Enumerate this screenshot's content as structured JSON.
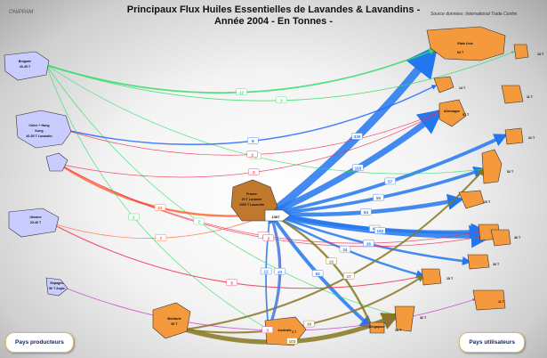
{
  "title_line1": "Principaux Flux Huiles Essentielles de Lavandes & Lavandins -",
  "title_line2": "Année 2004 - En Tonnes -",
  "source": "Source données: International Trade Centre",
  "logo": "ONIPPAM",
  "legend_producers": "Pays producteurs",
  "legend_users": "Pays utilisateurs",
  "colors": {
    "producer_fill": "#c8ccff",
    "user_fill": "#f59a3c",
    "france_fill": "#c0782c",
    "from_france": "#2277ee",
    "from_bulgaria": "#33dd66",
    "from_china": "#2266ff",
    "from_russia": "#ff6633",
    "from_ukraine": "#ee3355",
    "from_moldova": "#887722",
    "from_crimea": "#cc44cc",
    "from_spain": "#4477dd"
  },
  "producers": [
    {
      "key": "bulgarie",
      "label1": "Bulgarie",
      "label2": "40-45 T"
    },
    {
      "key": "chine",
      "label1": "Chine + Hong",
      "label2": "Kong",
      "label3": "40-50 T Lavandin"
    },
    {
      "key": "russie",
      "label1": "",
      "label2": ""
    },
    {
      "key": "ukraine",
      "label1": "Ukraine",
      "label2": "20-40 T"
    },
    {
      "key": "moldavie",
      "label1": "Moldavie",
      "label2": "50 T"
    },
    {
      "key": "espagne",
      "label1": "Espagne",
      "label2": "50 T Aspic"
    }
  ],
  "france": {
    "label1": "France",
    "label2": "20 T Lavande",
    "label3": "1000 T Lavandin",
    "total": "1307"
  },
  "users": [
    {
      "key": "usa",
      "label": "Etats Unis",
      "value": "84 T"
    },
    {
      "key": "canada",
      "label": "",
      "value": "13 T"
    },
    {
      "key": "norvege",
      "label": "",
      "value": "14 T"
    },
    {
      "key": "allemagne",
      "label": "Allemagne",
      "value": "57 T"
    },
    {
      "key": "suede",
      "label": "",
      "value": "11 T"
    },
    {
      "key": "danemark",
      "label": "",
      "value": "31 T"
    },
    {
      "key": "uk",
      "label": "",
      "value": "52 T"
    },
    {
      "key": "italie",
      "label": "",
      "value": "20 T"
    },
    {
      "key": "benelux",
      "label": "",
      "value": "53 T"
    },
    {
      "key": "suisse",
      "label": "",
      "value": "26 T"
    },
    {
      "key": "pologne",
      "label": "",
      "value": "46 T"
    },
    {
      "key": "japon",
      "label": "",
      "value": "15 T"
    },
    {
      "key": "australie",
      "label": "Australie",
      "value": "3 T"
    },
    {
      "key": "singapour",
      "label": "Singapour",
      "value": "13 T"
    },
    {
      "key": "inde",
      "label": "",
      "value": "32 T"
    },
    {
      "key": "afrique",
      "label": "",
      "value": "11 T"
    }
  ],
  "flows": [
    {
      "from": "france",
      "to": "usa",
      "value": "330",
      "color": "from_france"
    },
    {
      "from": "france",
      "to": "allemagne",
      "value": "193",
      "color": "from_france"
    },
    {
      "from": "france",
      "to": "danemark",
      "value": "57",
      "color": "from_france"
    },
    {
      "from": "france",
      "to": "uk",
      "value": "50",
      "color": "from_france"
    },
    {
      "from": "france",
      "to": "italie",
      "value": "84",
      "color": "from_france"
    },
    {
      "from": "france",
      "to": "benelux",
      "value": "62",
      "color": "from_france"
    },
    {
      "from": "france",
      "to": "pologne",
      "value": "192",
      "color": "from_france"
    },
    {
      "from": "france",
      "to": "suisse",
      "value": "26",
      "color": "from_france"
    },
    {
      "from": "france",
      "to": "japon",
      "value": "24",
      "color": "from_france"
    },
    {
      "from": "france",
      "to": "singapour",
      "value": "62",
      "color": "from_france"
    },
    {
      "from": "france",
      "to": "australie",
      "value": "12",
      "color": "from_france"
    },
    {
      "from": "bulgarie",
      "to": "usa",
      "value": "12",
      "color": "from_bulgaria"
    },
    {
      "from": "bulgarie",
      "to": "canada",
      "value": "3",
      "color": "from_bulgaria"
    },
    {
      "from": "bulgarie",
      "to": "uk",
      "value": "2",
      "color": "from_bulgaria"
    },
    {
      "from": "bulgarie",
      "to": "inde",
      "value": "2",
      "color": "from_bulgaria"
    },
    {
      "from": "chine",
      "to": "norvege",
      "value": "8",
      "color": "from_china"
    },
    {
      "from": "chine",
      "to": "allemagne",
      "value": "2",
      "color": "from_ukraine"
    },
    {
      "from": "russie",
      "to": "france",
      "value": "22",
      "color": "from_russia"
    },
    {
      "from": "russie",
      "to": "allemagne",
      "value": "2",
      "color": "from_ukraine"
    },
    {
      "from": "russie",
      "to": "benelux",
      "value": "2",
      "color": "from_ukraine"
    },
    {
      "from": "russie",
      "to": "pologne",
      "value": "2",
      "color": "from_ukraine"
    },
    {
      "from": "ukraine",
      "to": "france",
      "value": "2",
      "color": "from_russia"
    },
    {
      "from": "ukraine",
      "to": "japon",
      "value": "5",
      "color": "from_ukraine"
    },
    {
      "from": "moldavie",
      "to": "uk",
      "value": "17",
      "color": "from_moldova"
    },
    {
      "from": "moldavie",
      "to": "japon",
      "value": "16",
      "color": "from_moldova"
    },
    {
      "from": "moldavie",
      "to": "inde",
      "value": "103",
      "color": "from_moldova"
    },
    {
      "from": "espagne",
      "to": "afrique",
      "value": "3",
      "color": "from_crimea"
    },
    {
      "from": "australie",
      "to": "france",
      "value": "43",
      "color": "from_spain"
    },
    {
      "from": "singapour",
      "to": "france",
      "value": "22",
      "color": "from_moldova"
    },
    {
      "from": "bulgarie",
      "to": "australie",
      "value": "2",
      "color": "from_bulgaria"
    }
  ]
}
